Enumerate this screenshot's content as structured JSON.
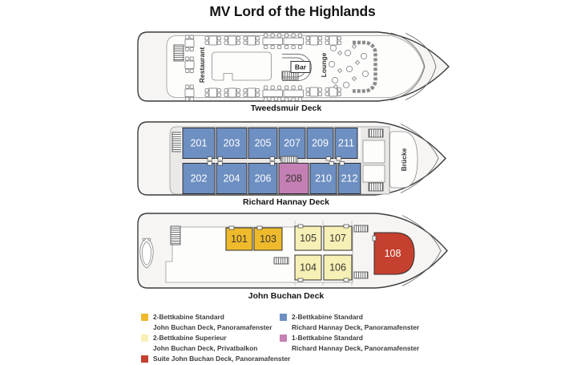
{
  "title": "MV Lord of the Highlands",
  "decks": {
    "tweedsmuir": {
      "label": "Tweedsmuir Deck",
      "restaurant_label": "Restaurant",
      "bar_label": "Bar",
      "lounge_label": "Lounge"
    },
    "richard_hannay": {
      "label": "Richard Hannay Deck",
      "bridge_label": "Brücke",
      "cabins": [
        {
          "number": "201"
        },
        {
          "number": "203"
        },
        {
          "number": "205"
        },
        {
          "number": "207"
        },
        {
          "number": "209"
        },
        {
          "number": "211"
        },
        {
          "number": "202"
        },
        {
          "number": "204"
        },
        {
          "number": "206"
        },
        {
          "number": "208"
        },
        {
          "number": "210"
        },
        {
          "number": "212"
        }
      ]
    },
    "john_buchan": {
      "label": "John Buchan Deck",
      "cabins": [
        {
          "number": "101"
        },
        {
          "number": "103"
        },
        {
          "number": "105"
        },
        {
          "number": "107"
        },
        {
          "number": "104"
        },
        {
          "number": "106"
        },
        {
          "number": "108"
        }
      ]
    }
  },
  "colors": {
    "cabin_blue": "#6d8fc2",
    "cabin_pink": "#c480b4",
    "cabin_gold": "#eeba2b",
    "cabin_pale_yellow": "#f7f0b6",
    "cabin_red": "#c5402f"
  },
  "legend": {
    "left": [
      {
        "swatch": "#eeba2b",
        "lines": [
          "2-Bettkabine Standard",
          "John Buchan Deck, Panoramafenster"
        ]
      },
      {
        "swatch": "#f7f0b6",
        "lines": [
          "2-Bettkabine Superieur",
          "John Buchan Deck, Privatbalkon"
        ]
      },
      {
        "swatch": "#c5402f",
        "lines": [
          "Suite John Buchan Deck, Panoramafenster"
        ]
      }
    ],
    "right": [
      {
        "swatch": "#6d8fc2",
        "lines": [
          "2-Bettkabine Standard",
          "Richard Hannay Deck, Panoramafenster"
        ]
      },
      {
        "swatch": "#c480b4",
        "lines": [
          "1-Bettkabine Standard",
          "Richard Hannay Deck, Panoramafenster"
        ]
      }
    ]
  }
}
